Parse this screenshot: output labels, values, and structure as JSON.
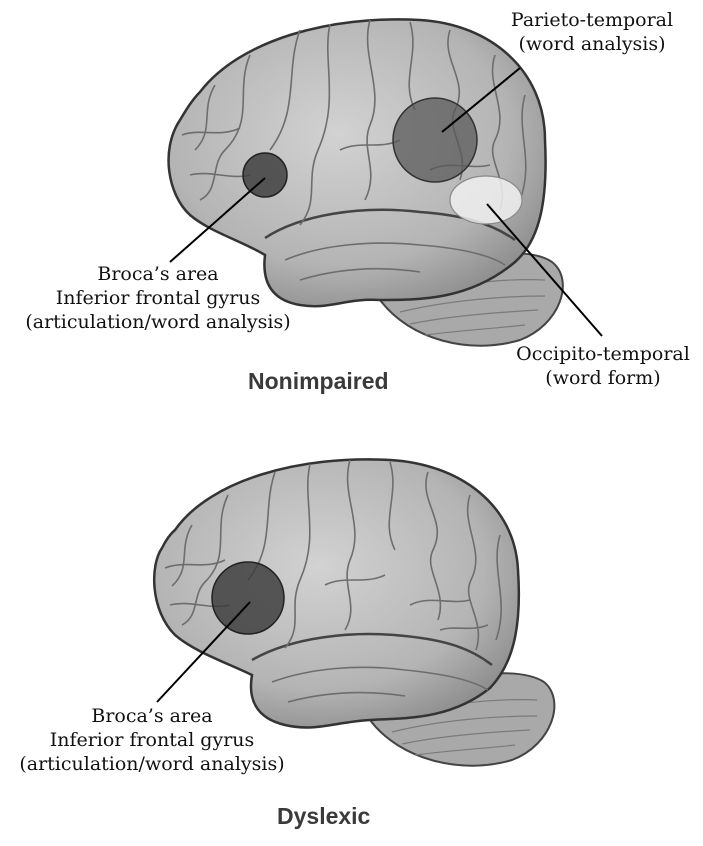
{
  "panels": [
    {
      "caption": "Nonimpaired",
      "labels": {
        "parieto": [
          "Parieto-temporal",
          "(word analysis)"
        ],
        "broca": [
          "Broca’s area",
          "Inferior frontal gyrus",
          "(articulation/word analysis)"
        ],
        "occipito": [
          "Occipito-temporal",
          "(word form)"
        ]
      }
    },
    {
      "caption": "Dyslexic",
      "labels": {
        "broca": [
          "Broca’s area",
          "Inferior frontal gyrus",
          "(articulation/word analysis)"
        ]
      }
    }
  ],
  "colors": {
    "brain": "#b9b9b9",
    "brain_outline": "#3a3a3a",
    "cerebellum": "#a8a8a8",
    "active_region": "#4a4a4a",
    "light_region": "#e4e4e4"
  }
}
